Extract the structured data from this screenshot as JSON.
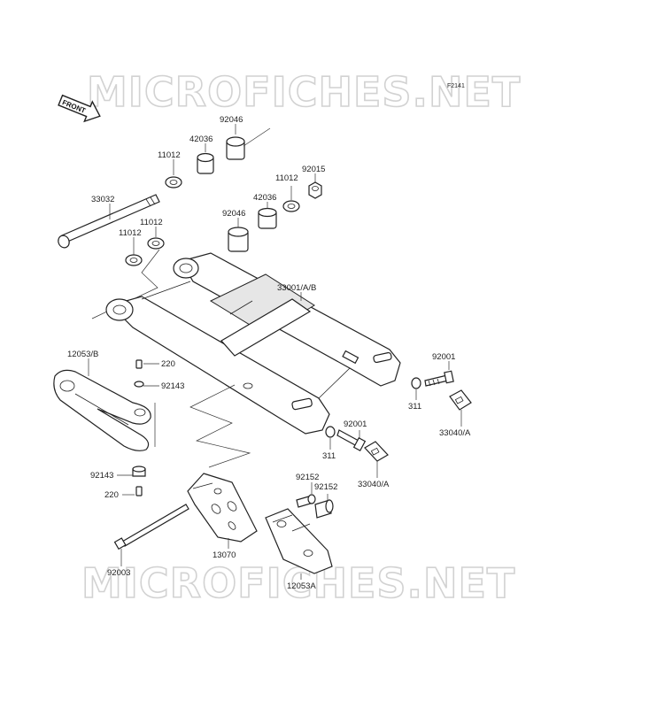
{
  "watermarks": [
    "MICROFICHES.NET",
    "MICROFICHES.NET"
  ],
  "figure_code": "F2141",
  "front_arrow_label": "FRONT",
  "labels": {
    "p92046_top": "92046",
    "p42036_top": "42036",
    "p11012_top": "11012",
    "p92015": "92015",
    "p11012_right": "11012",
    "p42036_mid": "42036",
    "p33032": "33032",
    "p11012_left": "11012",
    "p92046_mid": "92046",
    "p11012_leftlow": "11012",
    "p33001": "33001/A/B",
    "p12053": "12053/B",
    "p220_top": "220",
    "p92143_top": "92143",
    "p92001_right": "92001",
    "p311_right": "311",
    "p33040_right": "33040/A",
    "p92001_mid": "92001",
    "p311_mid": "311",
    "p33040_mid": "33040/A",
    "p92143_low": "92143",
    "p220_low": "220",
    "p92152_a": "92152",
    "p92152_b": "92152",
    "p13070": "13070",
    "p92003": "92003",
    "p12053A": "12053A"
  }
}
